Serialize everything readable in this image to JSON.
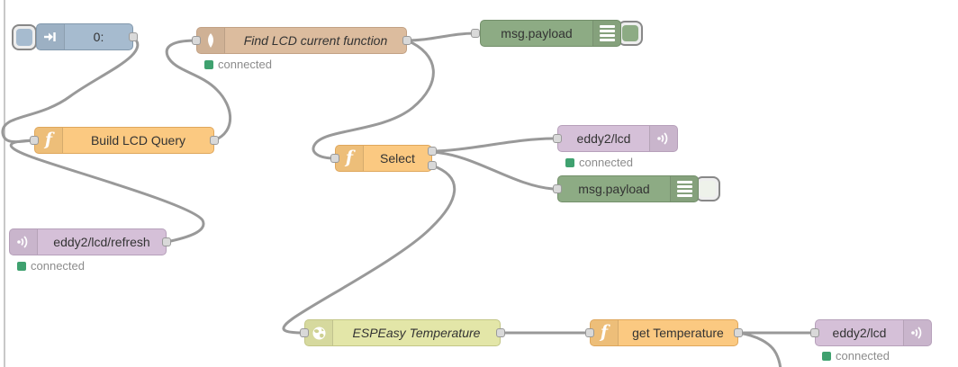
{
  "app": {
    "name": "Node-RED flow editor canvas"
  },
  "canvas": {
    "background": "#ffffff",
    "left_edge_line": "#c8c8c8",
    "wire_color": "#999999",
    "port_fill": "#d9d9d9",
    "port_border": "#999999"
  },
  "status": {
    "dot_color": "#3fa16f",
    "text_color": "#8c8c8c"
  },
  "nodes": {
    "inject": {
      "label": "0:",
      "type": "inject",
      "color": "#a6bbcf",
      "icon": "inject-arrow-icon",
      "button": true
    },
    "find_lcd": {
      "label": "Find LCD current function",
      "type": "html",
      "color": "#dcbc9e",
      "icon": "leaf-icon",
      "status": "connected"
    },
    "debug_top": {
      "label": "msg.payload",
      "type": "debug",
      "color": "#8dab84",
      "icon": "debug-lines-icon",
      "enabled": true
    },
    "build_query": {
      "label": "Build LCD Query",
      "type": "function",
      "color": "#fbc981",
      "icon": "function-f-icon"
    },
    "mqtt_refresh": {
      "label": "eddy2/lcd/refresh",
      "type": "mqtt-in",
      "color": "#d5c0d8",
      "icon": "wifi-icon",
      "status": "connected"
    },
    "select": {
      "label": "Select",
      "type": "function",
      "color": "#fbc981",
      "icon": "function-f-icon",
      "outputs": 2
    },
    "mqtt_lcd_top": {
      "label": "eddy2/lcd",
      "type": "mqtt-out",
      "color": "#d5c0d8",
      "icon": "wifi-icon",
      "status": "connected"
    },
    "debug_mid": {
      "label": "msg.payload",
      "type": "debug",
      "color": "#8dab84",
      "icon": "debug-lines-icon",
      "enabled": false
    },
    "espeasy": {
      "label": "ESPEasy Temperature",
      "type": "http-request",
      "color": "#e3e6a8",
      "icon": "globe-icon"
    },
    "get_temp": {
      "label": "get Temperature",
      "type": "function",
      "color": "#fbc981",
      "icon": "function-f-icon"
    },
    "mqtt_lcd_bottom": {
      "label": "eddy2/lcd",
      "type": "mqtt-out",
      "color": "#d5c0d8",
      "icon": "wifi-icon",
      "status": "connected"
    }
  },
  "wires": [
    {
      "from": "inject",
      "to": "build_query"
    },
    {
      "from": "mqtt_refresh",
      "to": "build_query"
    },
    {
      "from": "build_query",
      "to": "find_lcd"
    },
    {
      "from": "find_lcd",
      "to": "debug_top"
    },
    {
      "from": "find_lcd",
      "to": "select"
    },
    {
      "from": "select:out1",
      "to": "mqtt_lcd_top"
    },
    {
      "from": "select:out1",
      "to": "debug_mid"
    },
    {
      "from": "select:out2",
      "to": "espeasy"
    },
    {
      "from": "espeasy",
      "to": "get_temp"
    },
    {
      "from": "get_temp",
      "to": "mqtt_lcd_bottom"
    },
    {
      "from": "get_temp",
      "to": "offscreen-bottom"
    }
  ]
}
